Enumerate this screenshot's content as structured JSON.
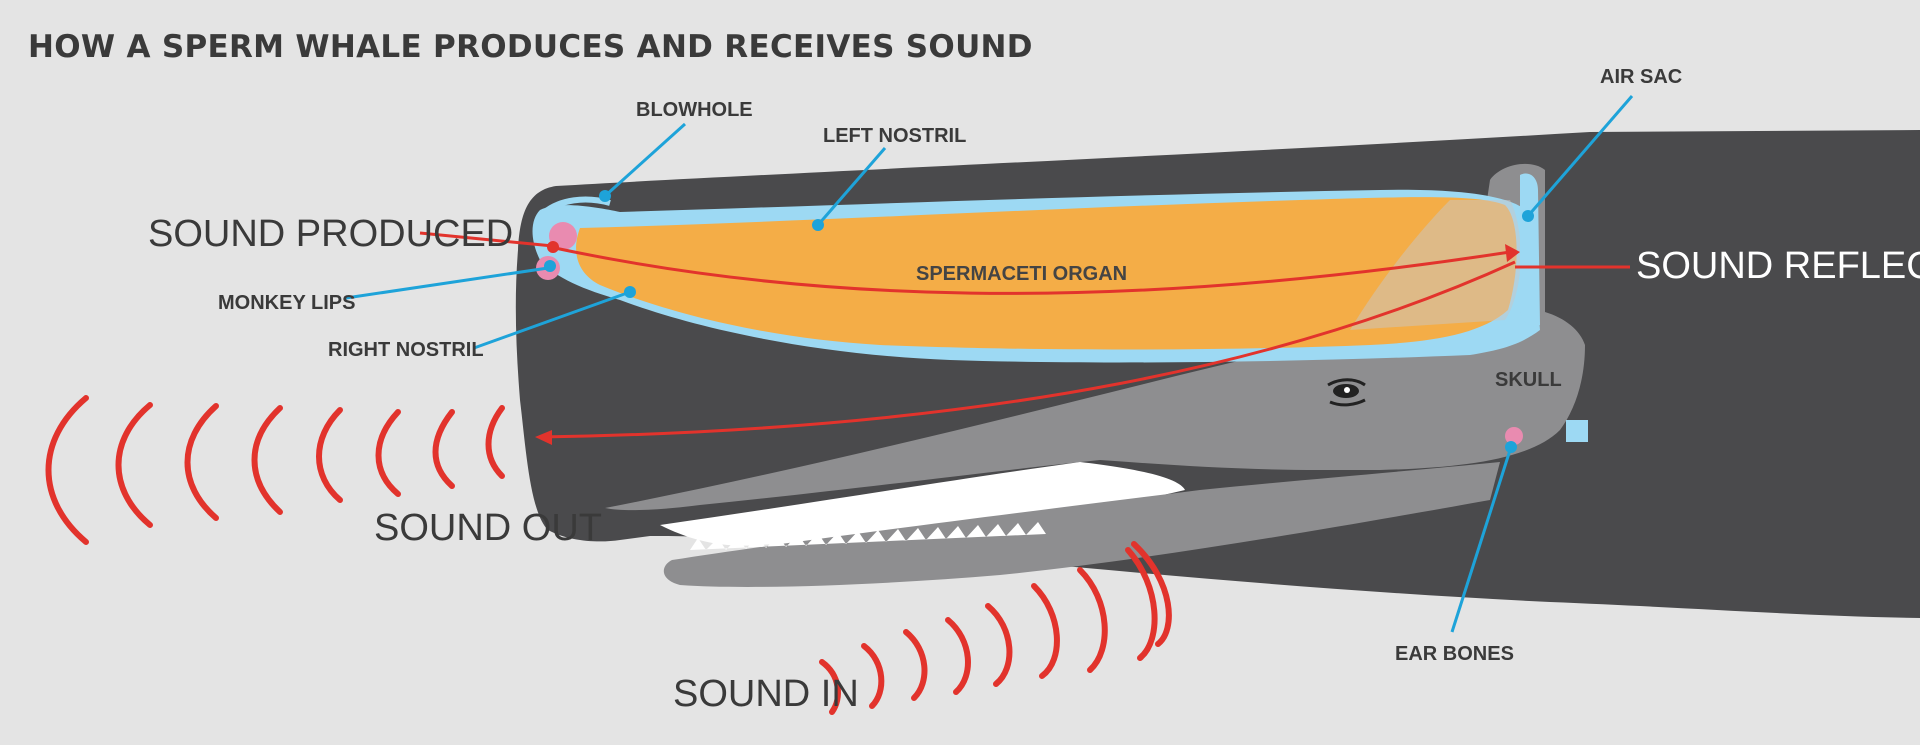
{
  "title": "HOW A SPERM WHALE PRODUCES AND RECEIVES SOUND",
  "labels": {
    "blowhole": "BLOWHOLE",
    "left_nostril": "LEFT NOSTRIL",
    "air_sac": "AIR SAC",
    "sound_produced": "SOUND PRODUCED",
    "monkey_lips": "MONKEY LIPS",
    "right_nostril": "RIGHT NOSTRIL",
    "spermaceti_organ": "SPERMACETI ORGAN",
    "sound_reflected": "SOUND REFLECTED",
    "skull": "SKULL",
    "sound_out": "SOUND OUT",
    "sound_in": "SOUND IN",
    "ear_bones": "EAR BONES"
  },
  "colors": {
    "background": "#e4e4e4",
    "whale_body": "#4a4a4c",
    "skull": "#8e8e90",
    "spermaceti": "#f4ad47",
    "nostril": "#9dd9f3",
    "pointer_blue": "#1ea3d9",
    "sound_red": "#e2332c",
    "lips_pink": "#e98bb0",
    "text": "#3a3a3a"
  }
}
